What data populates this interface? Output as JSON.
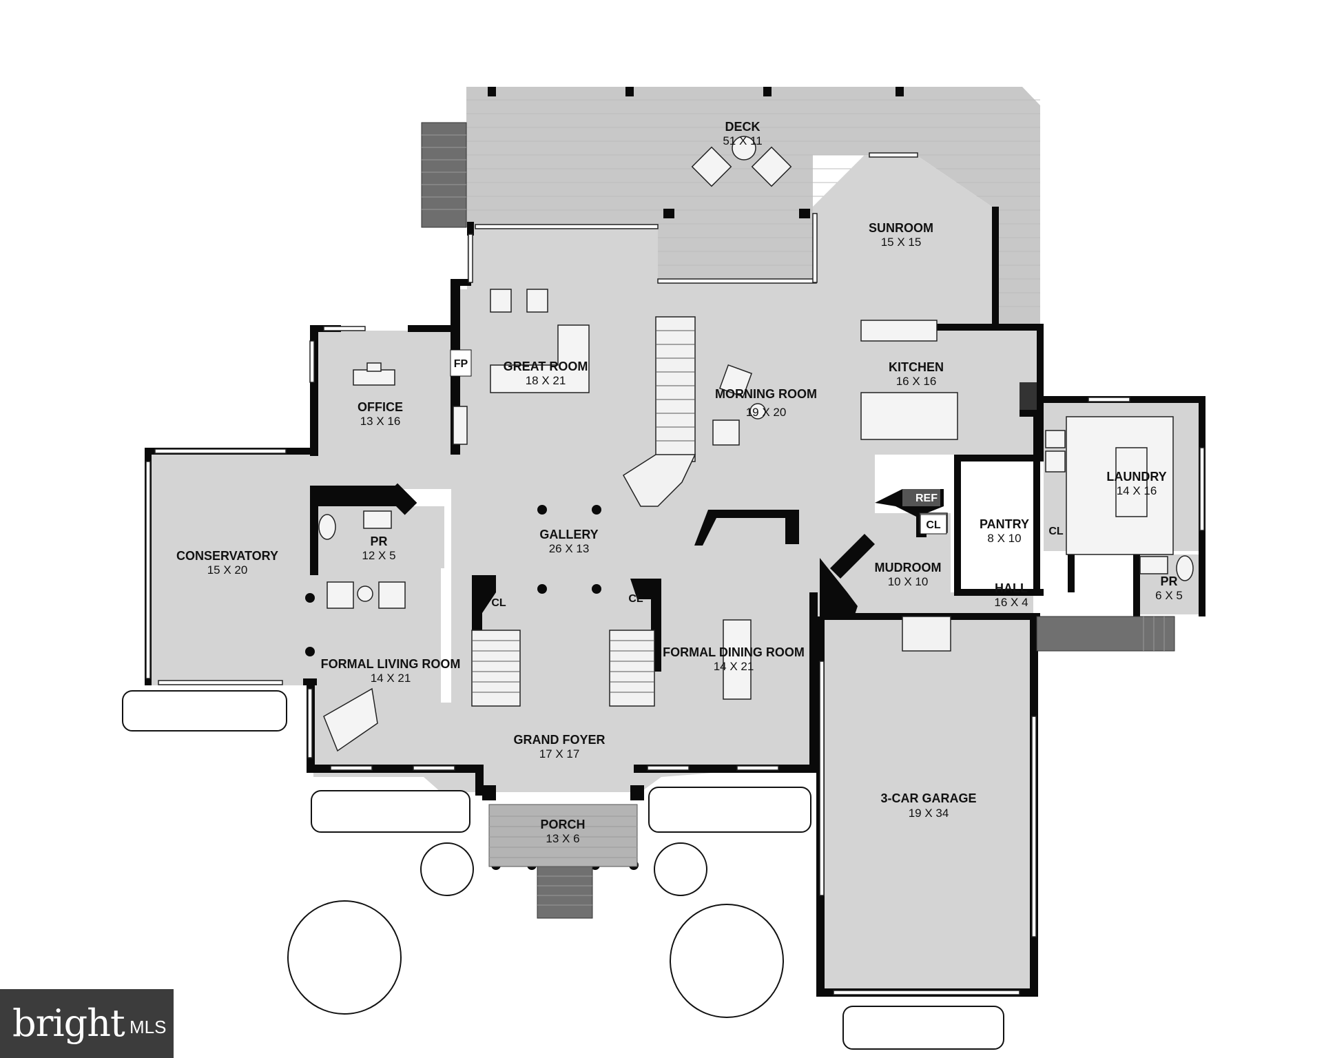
{
  "rooms": {
    "deck": {
      "name": "DECK",
      "dim": "51 X 11"
    },
    "sunroom": {
      "name": "SUNROOM",
      "dim": "15 X 15"
    },
    "great_room": {
      "name": "GREAT ROOM",
      "dim": "18 X 21"
    },
    "fp": {
      "name": "FP"
    },
    "kitchen": {
      "name": "KITCHEN",
      "dim": "16 X 16"
    },
    "morning_room": {
      "name": "MORNING ROOM",
      "dim": "19 X 20"
    },
    "office": {
      "name": "OFFICE",
      "dim": "13 X 16"
    },
    "laundry": {
      "name": "LAUNDRY",
      "dim": "14 X 16"
    },
    "conservatory": {
      "name": "CONSERVATORY",
      "dim": "15 X 20"
    },
    "pr_left": {
      "name": "PR",
      "dim": "12 X 5"
    },
    "gallery": {
      "name": "GALLERY",
      "dim": "26 X 13"
    },
    "ref": {
      "name": "REF"
    },
    "cl_kitchen": {
      "name": "CL"
    },
    "pantry": {
      "name": "PANTRY",
      "dim": "8 X 10"
    },
    "cl_laundry": {
      "name": "CL"
    },
    "mudroom": {
      "name": "MUDROOM",
      "dim": "10 X 10"
    },
    "hall": {
      "name": "HALL",
      "dim": "16 X 4"
    },
    "pr_right": {
      "name": "PR",
      "dim": "6 X 5"
    },
    "cl_left": {
      "name": "CL"
    },
    "cl_right": {
      "name": "CL"
    },
    "formal_living": {
      "name": "FORMAL LIVING ROOM",
      "dim": "14 X 21"
    },
    "formal_dining": {
      "name": "FORMAL DINING ROOM",
      "dim": "14 X 21"
    },
    "grand_foyer": {
      "name": "GRAND FOYER",
      "dim": "17 X 17"
    },
    "garage": {
      "name": "3-CAR GARAGE",
      "dim": "19 X 34"
    },
    "porch": {
      "name": "PORCH",
      "dim": "13 X 6"
    }
  },
  "logo": {
    "brand": "bright",
    "suffix": "MLS",
    "accent": "#e0362c"
  }
}
